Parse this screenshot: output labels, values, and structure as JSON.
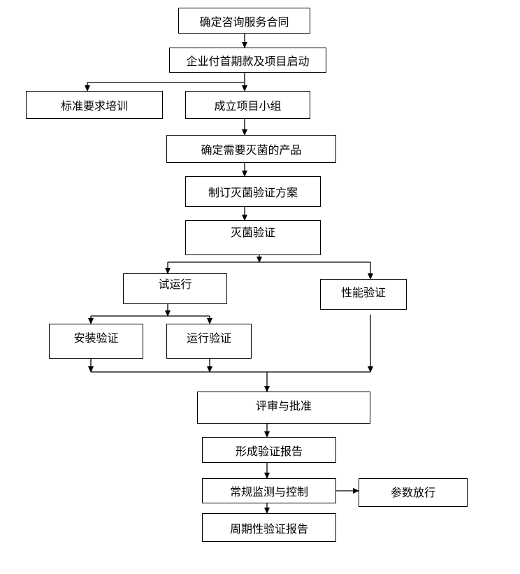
{
  "nodes": {
    "sign_contract": "确定咨询服务合同",
    "first_payment": "企业付首期款及项目启动",
    "standard_training": "标准要求培训",
    "project_team": "成立项目小组",
    "confirm_products": "确定需要灭菌的产品",
    "make_plan": "制订灭菌验证方案",
    "sterilization_validation": "灭菌验证",
    "trial_run": "试运行",
    "performance_validation": "性能验证",
    "installation_validation": "安装验证",
    "operation_validation": "运行验证",
    "review_approval": "评审与批准",
    "validation_report": "形成验证报告",
    "routine_monitoring": "常规监测与控制",
    "parametric_release": "参数放行",
    "periodic_report": "周期性验证报告"
  }
}
